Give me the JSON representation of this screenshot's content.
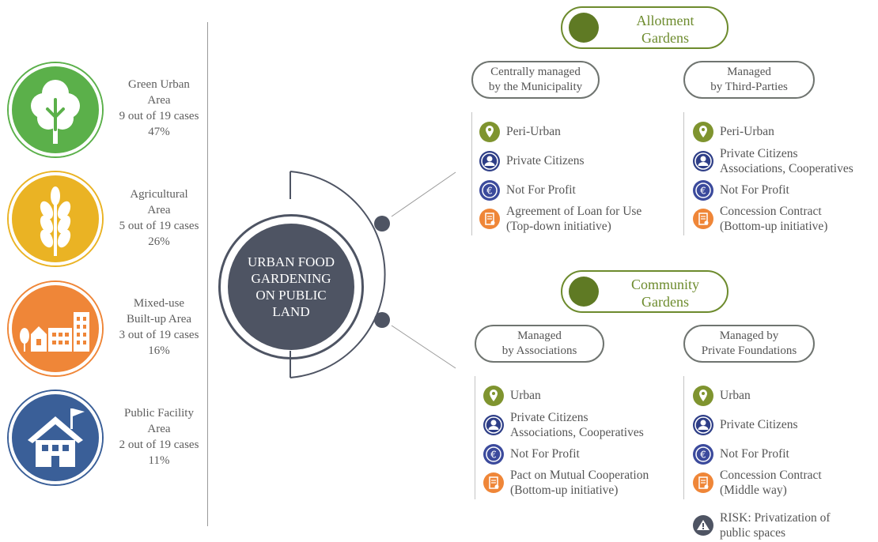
{
  "colors": {
    "green": "#5bb04a",
    "yellow": "#eab324",
    "orange": "#ef8638",
    "blue": "#3a5f98",
    "olive": "#6d8b2d",
    "navy": "#2e3e87",
    "purple": "#3b4a9c",
    "center": "#4e5463"
  },
  "land_use": [
    {
      "title_1": "Green Urban",
      "title_2": "Area",
      "cases": "9 out of 19 cases",
      "pct": "47%",
      "icon": "tree-icon"
    },
    {
      "title_1": "Agricultural",
      "title_2": "Area",
      "cases": "5 out of 19 cases",
      "pct": "26%",
      "icon": "wheat-icon"
    },
    {
      "title_1": "Mixed-use",
      "title_2": "Built-up Area",
      "cases": "3 out of 19 cases",
      "pct": "16%",
      "icon": "buildings-icon"
    },
    {
      "title_1": "Public Facility",
      "title_2": "Area",
      "cases": "2 out of 19 cases",
      "pct": "11%",
      "icon": "house-flag-icon"
    }
  ],
  "center": {
    "line_1": "URBAN FOOD",
    "line_2": "GARDENING",
    "line_3": "ON PUBLIC",
    "line_4": "LAND"
  },
  "allotment": {
    "title_1": "Allotment",
    "title_2": "Gardens",
    "groups": [
      {
        "label_1": "Centrally managed",
        "label_2": "by the Municipality",
        "location": "Peri-Urban",
        "people_1": "Private Citizens",
        "people_2": "",
        "profit": "Not For Profit",
        "contract_1": "Agreement of Loan for Use",
        "contract_2": "(Top-down initiative)"
      },
      {
        "label_1": "Managed",
        "label_2": "by Third-Parties",
        "location": "Peri-Urban",
        "people_1": "Private Citizens",
        "people_2": "Associations, Cooperatives",
        "profit": "Not For Profit",
        "contract_1": "Concession Contract",
        "contract_2": "(Bottom-up initiative)"
      }
    ]
  },
  "community": {
    "title_1": "Community",
    "title_2": "Gardens",
    "groups": [
      {
        "label_1": "Managed",
        "label_2": "by Associations",
        "location": "Urban",
        "people_1": "Private Citizens",
        "people_2": "Associations, Cooperatives",
        "profit": "Not For Profit",
        "contract_1": "Pact on Mutual Cooperation",
        "contract_2": "(Bottom-up initiative)"
      },
      {
        "label_1": "Managed by",
        "label_2": "Private Foundations",
        "location": "Urban",
        "people_1": "Private Citizens",
        "people_2": "",
        "profit": "Not For Profit",
        "contract_1": "Concession Contract",
        "contract_2": "(Middle way)",
        "risk_1": "RISK: Privatization of",
        "risk_2": "public spaces"
      }
    ]
  }
}
